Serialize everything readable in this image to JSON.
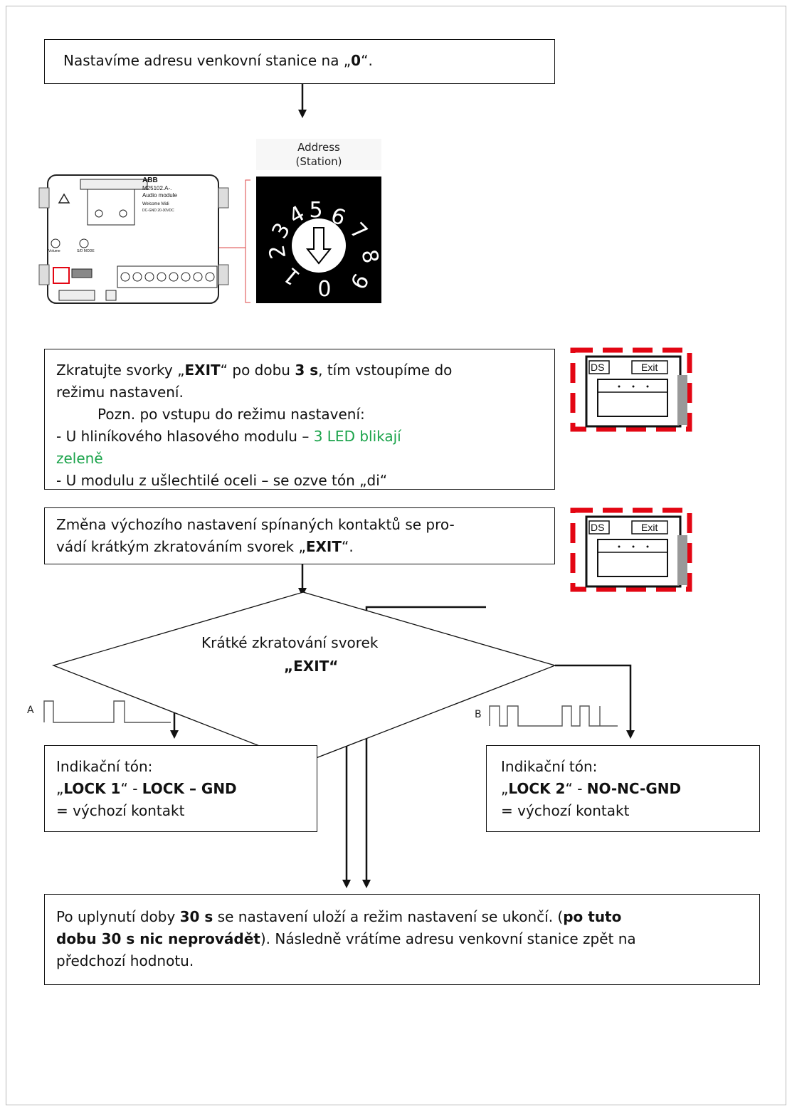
{
  "box1": {
    "text_before": "Nastavíme adresu venkovní stanice na „",
    "bold": "0",
    "text_after": "“."
  },
  "address_label": {
    "line1": "Address",
    "line2": "(Station)"
  },
  "dial": {
    "digits": [
      "0",
      "1",
      "2",
      "3",
      "4",
      "5",
      "6",
      "7",
      "8",
      "9"
    ],
    "value": "0"
  },
  "module": {
    "brand": "ABB",
    "model": "M25102.A-.",
    "type": "Audio module",
    "series": "Welcome Midi",
    "power": "DC-GND 20-30VDC",
    "volume_label": "Volume",
    "mode_label": "S/D MODE"
  },
  "box2": {
    "l1_a": "Zkratujte svorky „",
    "l1_exit": "EXIT",
    "l1_b": "“ po dobu ",
    "l1_time": "3 s",
    "l1_c": ", tím vstoupíme do",
    "l2": "režimu nastavení.",
    "l3": "Pozn. po vstupu do režimu nastavení:",
    "l4_a": "- U hliníkového hlasového modulu – ",
    "l4_green": "3 LED blikají",
    "l5_green": "zeleně",
    "l6": "- U modulu z ušlechtilé oceli – se ozve tón „di“"
  },
  "terminal": {
    "ds": "DS",
    "exit": "Exit"
  },
  "box3": {
    "l1": "Změna výchozího nastavení spínaných kontaktů se pro-",
    "l2_a": "vádí krátkým zkratováním svorek „",
    "l2_exit": "EXIT",
    "l2_b": "“."
  },
  "decision": {
    "line1": "Krátké zkratování svorek",
    "line2": "„EXIT“"
  },
  "signal_a": {
    "label": "A",
    "pulses": 2
  },
  "signal_b": {
    "label": "B",
    "pulses": 4
  },
  "box_a": {
    "l1": "Indikační tón:",
    "l2_a": "„",
    "l2_b": "LOCK 1",
    "l2_c": "“ -  ",
    "l2_d": "LOCK – GND",
    "l3": "= výchozí kontakt"
  },
  "box_b": {
    "l1": "Indikační tón:",
    "l2_a": "„",
    "l2_b": "LOCK 2",
    "l2_c": "“ -  ",
    "l2_d": "NO-NC-GND",
    "l3": "= výchozí kontakt"
  },
  "box_final": {
    "l1_a": "Po uplynutí doby ",
    "l1_b": "30 s",
    "l1_c": " se nastavení uloží a režim nastavení se ukončí. (",
    "l1_d": "po tuto",
    "l2_a": "dobu 30 s nic neprovádět",
    "l2_b": "). Následně vrátíme adresu venkovní stanice zpět na",
    "l3": "předchozí hodnotu."
  },
  "colors": {
    "dial_bg": "#000000",
    "red_frame": "#e30613",
    "accent_green": "#1aa34a",
    "line": "#111111"
  }
}
